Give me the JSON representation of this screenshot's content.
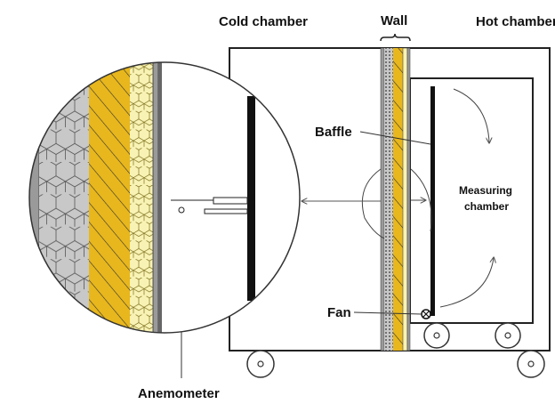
{
  "labels": {
    "cold_chamber": "Cold chamber",
    "wall": "Wall",
    "hot_chamber": "Hot chamber",
    "baffle": "Baffle",
    "measuring_line1": "Measuring",
    "measuring_line2": "chamber",
    "fan": "Fan",
    "anemometer": "Anemometer"
  },
  "colors": {
    "insulation_yellow": "#e8b71d",
    "light_yellow": "#f8f3b4",
    "hex_gray": "#c8c8c8",
    "gray_layer": "#9a9a9a",
    "baffle_black": "#111111"
  }
}
